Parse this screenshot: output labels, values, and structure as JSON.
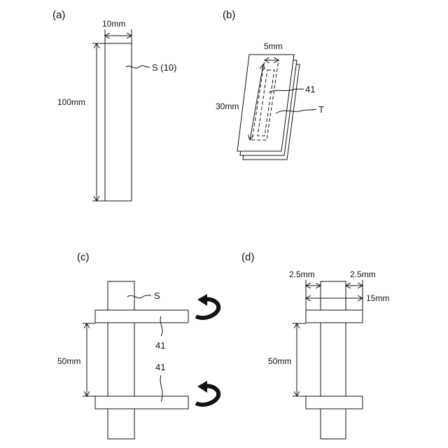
{
  "panels": {
    "a": {
      "label": "(a)",
      "width_label": "10mm",
      "height_label": "100mm",
      "ref_label": "S (10)"
    },
    "b": {
      "label": "(b)",
      "width_label": "5mm",
      "height_label": "30mm",
      "ref_41": "41",
      "ref_T": "T"
    },
    "c": {
      "label": "(c)",
      "ref_S": "S",
      "ref_41_top": "41",
      "ref_41_bottom": "41",
      "gap_label": "50mm"
    },
    "d": {
      "label": "(d)",
      "left_margin_label": "2.5mm",
      "right_margin_label": "2.5mm",
      "total_width_label": "15mm",
      "gap_label": "50mm"
    }
  },
  "colors": {
    "line": "#111111",
    "background": "#ffffff"
  }
}
